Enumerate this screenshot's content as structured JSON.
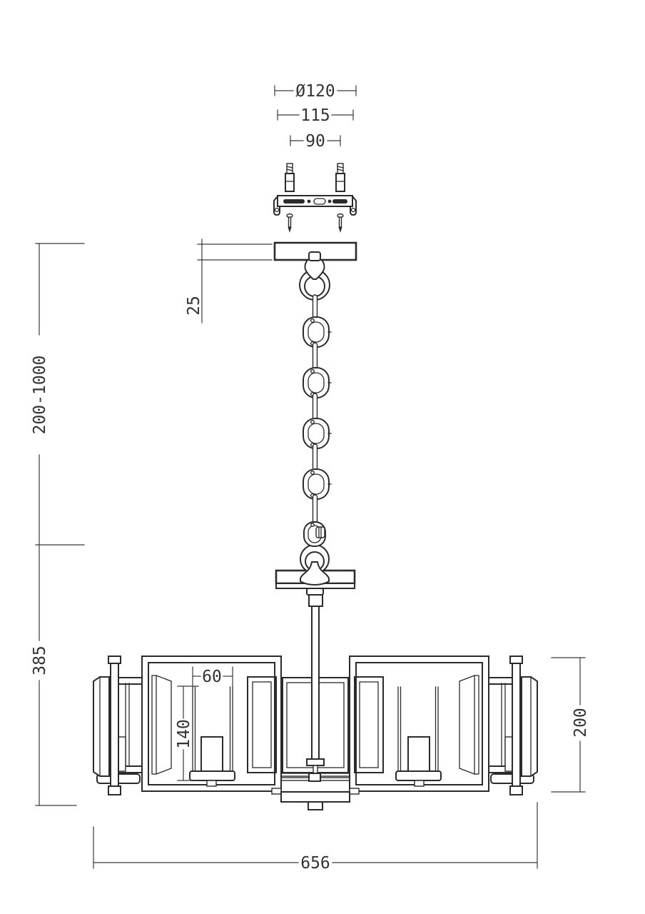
{
  "dimensions": {
    "canopy_diameter": "Ø120",
    "bracket_length": "115",
    "screw_spacing": "90",
    "canopy_height": "25",
    "adjustable_drop": "200-1000",
    "fixture_drop": "385",
    "shade_glass_width": "60",
    "candle_assembly_height": "140",
    "body_height": "200",
    "total_width": "656"
  }
}
